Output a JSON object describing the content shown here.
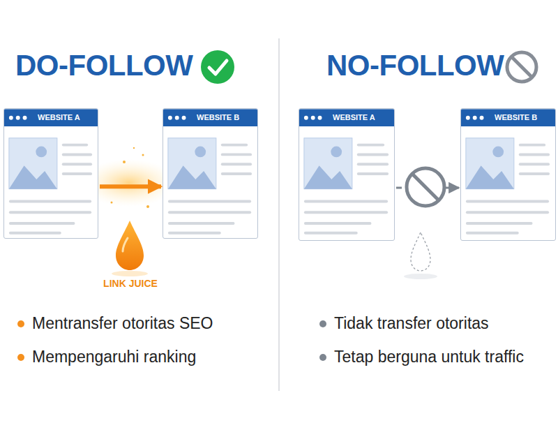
{
  "diagram": {
    "nodes": [
      {
        "text": [
          "WEBSITE A"
        ]
      },
      {
        "text": [
          "WEBSITE B"
        ]
      },
      {
        "text": [
          "WEBSITE A"
        ]
      },
      {
        "text": [
          "WEBSITE B"
        ]
      }
    ],
    "edges": [
      {
        "from": 0,
        "to": 1,
        "arrow": "to"
      },
      {
        "from": 2,
        "to": 3,
        "arrow": "to"
      }
    ],
    "labels": [
      "DO-FOLLOW",
      "NO-FOLLOW",
      "LINK JUICE",
      "Mentransfer otoritas SEO",
      "Mempengaruhi ranking",
      "Tidak transfer otoritas",
      "Tetap berguna untuk traffic"
    ]
  }
}
